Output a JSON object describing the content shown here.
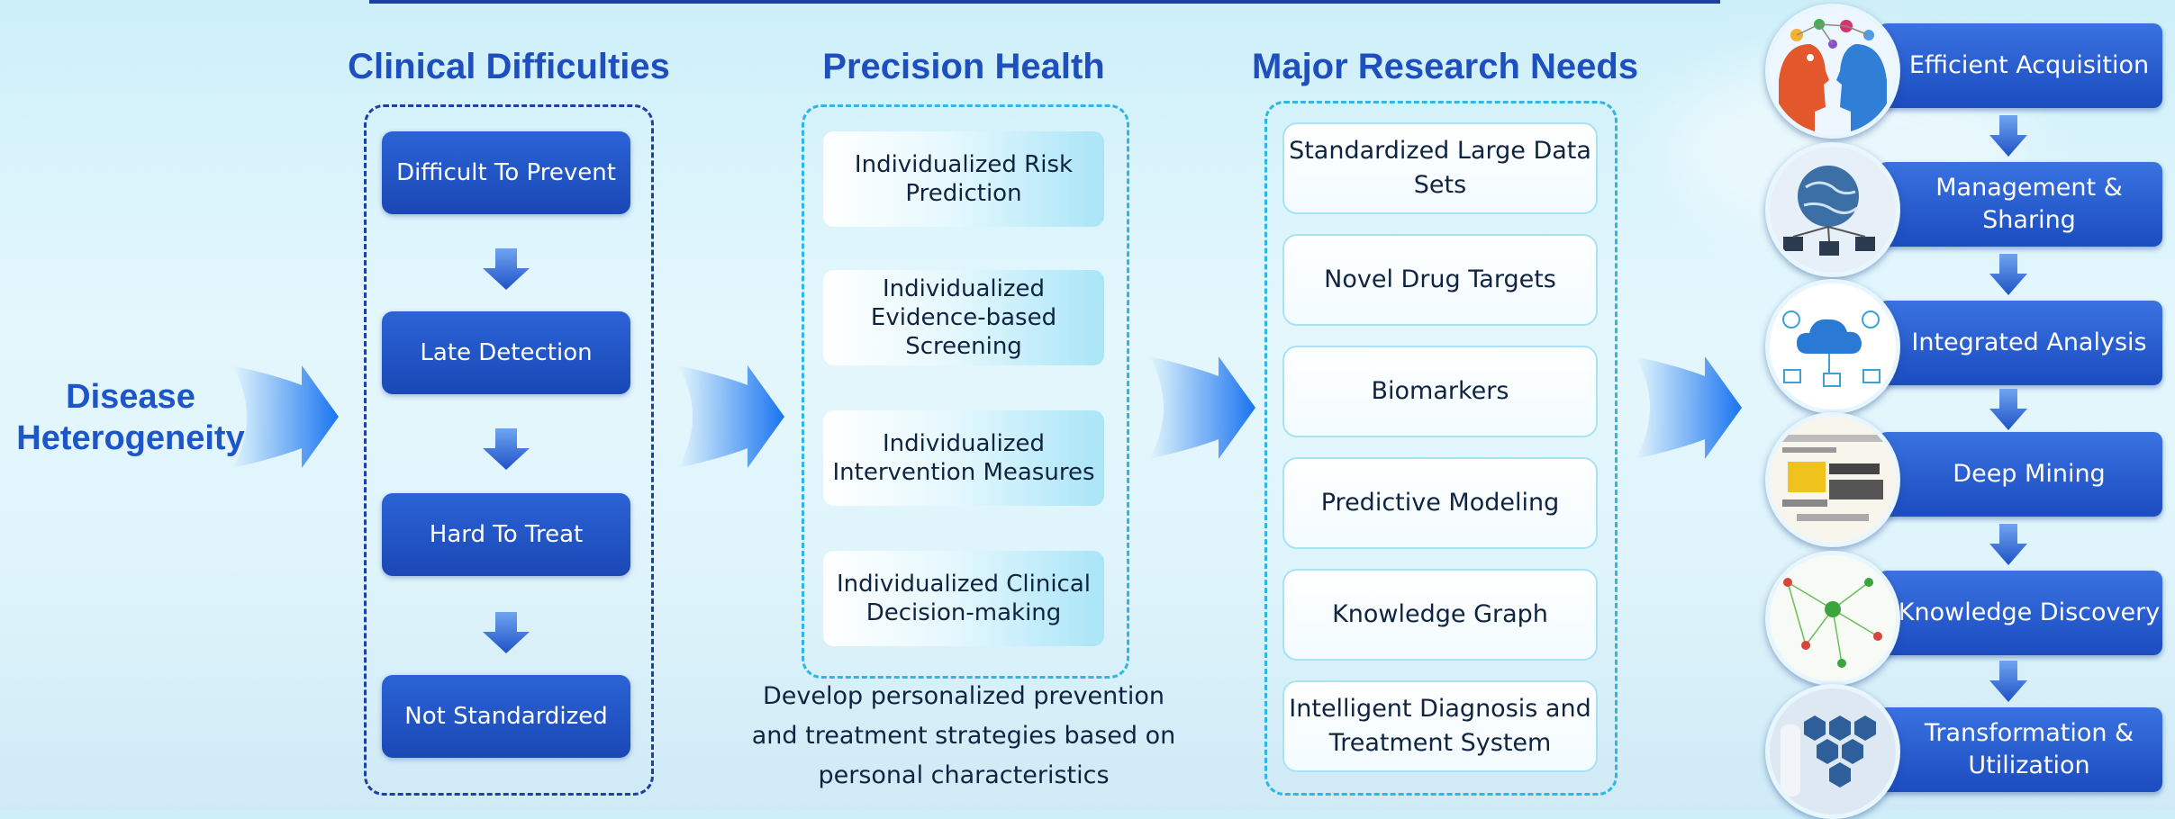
{
  "start_label": "Disease Heterogeneity",
  "start_lines": [
    "Disease",
    "Heterogeneity"
  ],
  "headings": {
    "clinical": "Clinical Difficulties",
    "precision": "Precision Health",
    "research": "Major Research Needs"
  },
  "clinical_items": [
    "Difficult To Prevent",
    "Late Detection",
    "Hard To Treat",
    "Not Standardized"
  ],
  "precision_items": [
    "Individualized Risk Prediction",
    "Individualized Evidence-based Screening",
    "Individualized Intervention Measures",
    "Individualized Clinical Decision-making"
  ],
  "precision_note": "Develop personalized prevention and treatment strategies based on personal characteristics",
  "research_items": [
    "Standardized Large Data Sets",
    "Novel Drug Targets",
    "Biomarkers",
    "Predictive Modeling",
    "Knowledge Graph",
    "Intelligent Diagnosis and Treatment System"
  ],
  "data_flow": [
    {
      "label": "Efficient Acquisition",
      "icon": "heads-network-icon"
    },
    {
      "label": "Management & Sharing",
      "icon": "globe-network-icon"
    },
    {
      "label": "Integrated Analysis",
      "icon": "cloud-icon"
    },
    {
      "label": "Deep Mining",
      "icon": "data-mining-wordcloud-icon"
    },
    {
      "label": "Knowledge Discovery",
      "icon": "network-graph-icon"
    },
    {
      "label": "Transformation & Utilization",
      "icon": "medical-hexagon-icon"
    }
  ],
  "colors": {
    "heading": "#1e4fbf",
    "dark_box": "#1a48b5",
    "arrow": "#1a74f0",
    "dashed_dark": "#1f3fa8",
    "dashed_light": "#30b6e6"
  }
}
